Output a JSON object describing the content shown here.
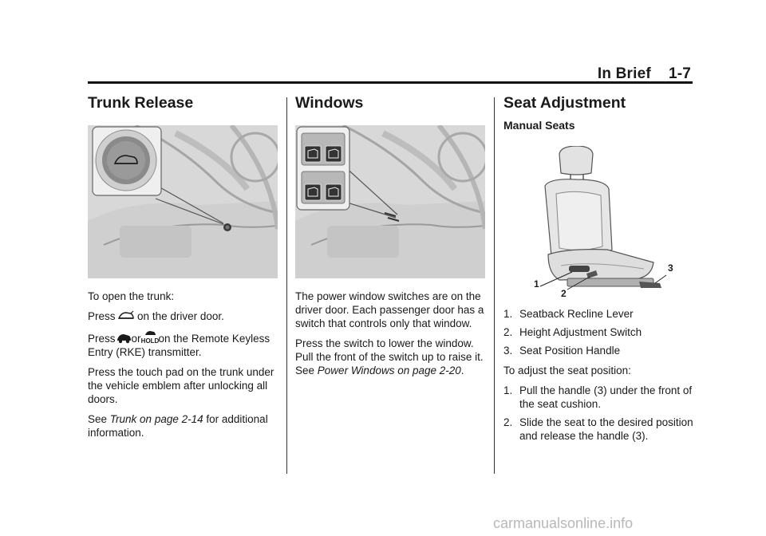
{
  "header": {
    "section": "In Brief",
    "page": "1-7"
  },
  "trunk": {
    "title": "Trunk Release",
    "open_intro": "To open the trunk:",
    "press1_a": "Press",
    "press1_b": "on the driver door.",
    "press2_a": "Press",
    "press2_or": "or",
    "press2_b": "on the Remote Keyless Entry (RKE) transmitter.",
    "touchpad": "Press the touch pad on the trunk under the vehicle emblem after unlocking all doors.",
    "see_a": "See",
    "see_link": "Trunk on page 2-14",
    "see_b": "for additional information."
  },
  "windows": {
    "title": "Windows",
    "para1": "The power window switches are on the driver door. Each passenger door has a switch that controls only that window.",
    "para2_a": "Press the switch to lower the window. Pull the front of the switch up to raise it. See",
    "para2_link": "Power Windows on page 2-20",
    "para2_b": "."
  },
  "seat": {
    "title": "Seat Adjustment",
    "subtitle": "Manual Seats",
    "callouts": [
      "1",
      "2",
      "3"
    ],
    "legend": [
      {
        "num": "1.",
        "text": "Seatback Recline Lever"
      },
      {
        "num": "2.",
        "text": "Height Adjustment Switch"
      },
      {
        "num": "3.",
        "text": "Seat Position Handle"
      }
    ],
    "adjust_intro": "To adjust the seat position:",
    "steps": [
      {
        "num": "1.",
        "text": "Pull the handle (3) under the front of the seat cushion."
      },
      {
        "num": "2.",
        "text": "Slide the seat to the desired position and release the handle (3)."
      }
    ]
  },
  "footer": {
    "watermark": "carmanualsonline.info"
  },
  "icons": {
    "trunk": "trunk-release-icon",
    "remote_trunk": "remote-trunk-icon",
    "hold": "hold-icon",
    "window_switch": "window-switch-icon"
  }
}
